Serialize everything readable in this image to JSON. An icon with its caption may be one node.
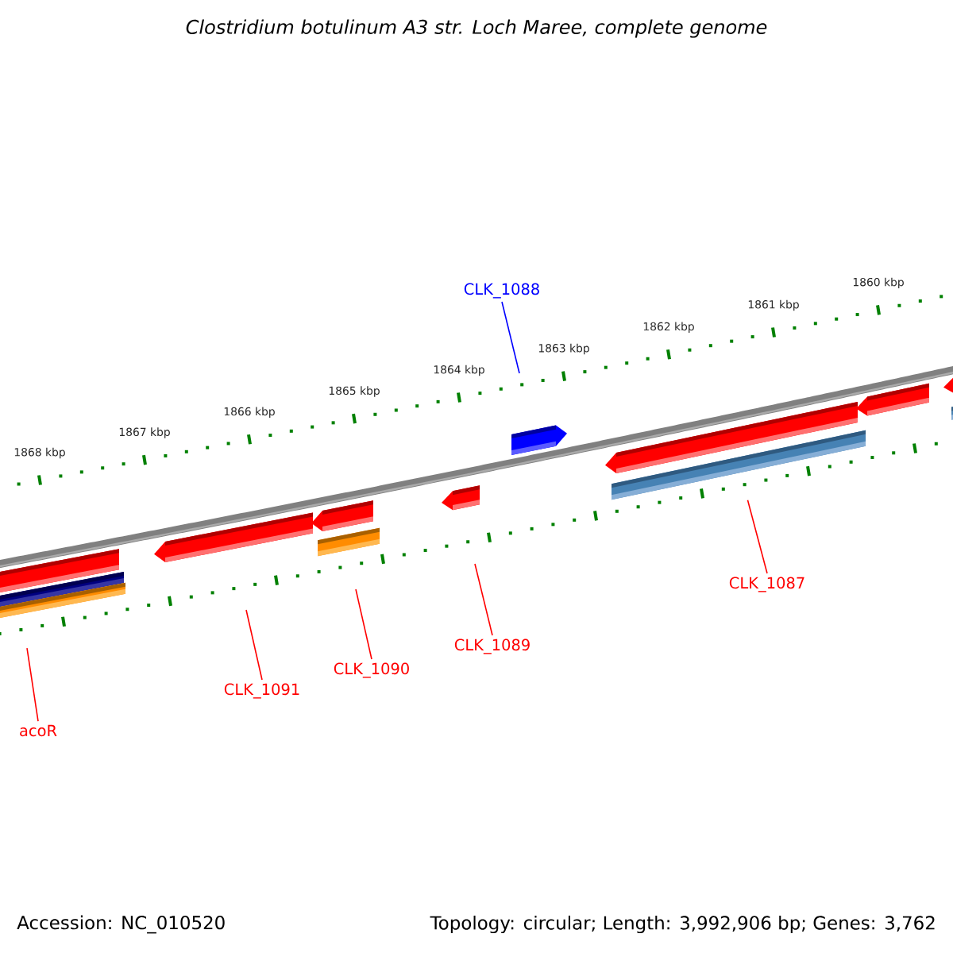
{
  "diagram": {
    "title": "Clostridium botulinum A3 str. Loch Maree, complete genome",
    "nodes": [
      {
        "text": [
          "CLK_1088"
        ]
      },
      {
        "text": [
          "acoR"
        ]
      },
      {
        "text": [
          "CLK_1091"
        ]
      },
      {
        "text": [
          "CLK_1090"
        ]
      },
      {
        "text": [
          "CLK_1089"
        ]
      },
      {
        "text": [
          "CLK_1087"
        ]
      },
      {
        "text": [],
        "shape": "bar"
      }
    ],
    "edges": [
      {
        "from": 0,
        "to": null,
        "arrow": "none",
        "color": "#0000ff"
      },
      {
        "from": 1,
        "to": null,
        "arrow": "none"
      },
      {
        "from": 2,
        "to": null,
        "arrow": "none"
      },
      {
        "from": 3,
        "to": null,
        "arrow": "none"
      },
      {
        "from": 4,
        "to": null,
        "arrow": "none"
      },
      {
        "from": 5,
        "to": 6,
        "arrow": "none"
      }
    ],
    "labels": [
      "1868 kbp",
      "1867 kbp",
      "1866 kbp",
      "1865 kbp",
      "1864 kbp",
      "1863 kbp",
      "1862 kbp",
      "1861 kbp",
      "1860 kbp",
      "Accession: NC_010520",
      "Topology: circular; Length: 3,992,906 bp; Genes: 3,762"
    ]
  }
}
